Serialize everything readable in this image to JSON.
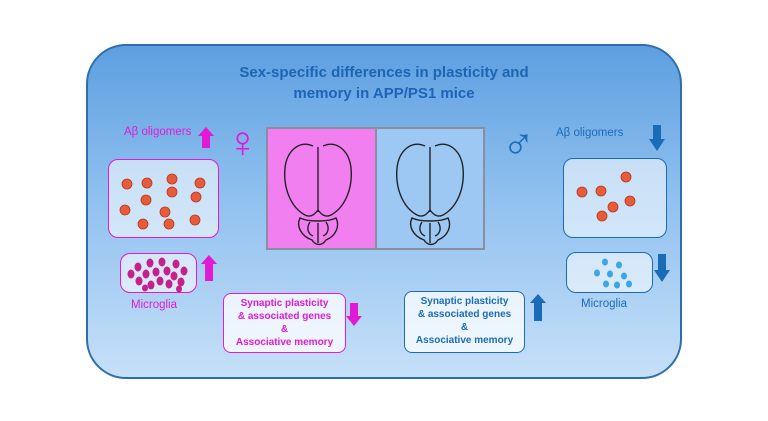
{
  "title": {
    "line1": "Sex-specific differences  in  plasticity and",
    "line2": "memory in APP/PS1 mice"
  },
  "female": {
    "symbol": "♀",
    "oligomers_label": "Aβ oligomers",
    "oligomers_trend": "up",
    "microglia_label": "Microglia",
    "microglia_trend": "up",
    "outcome": {
      "line1": "Synaptic plasticity",
      "line2": "& associated genes",
      "line3": "&",
      "line4": "Associative memory",
      "trend": "down"
    }
  },
  "male": {
    "symbol": "♂",
    "oligomers_label": "Aβ oligomers",
    "oligomers_trend": "down",
    "microglia_label": "Microglia",
    "microglia_trend": "down",
    "outcome": {
      "line1": "Synaptic plasticity",
      "line2": "& associated genes",
      "line3": "&",
      "line4": "Associative memory",
      "trend": "up"
    }
  },
  "colors": {
    "female": "#e21ad6",
    "male": "#1a6cb8",
    "female_brain_bg": "#f27ff0",
    "male_brain_bg": "#9cc8f3",
    "oligomer_fill": "#e85a3a",
    "microglia_female": "#c8208a",
    "microglia_male": "#3aa6e6"
  }
}
